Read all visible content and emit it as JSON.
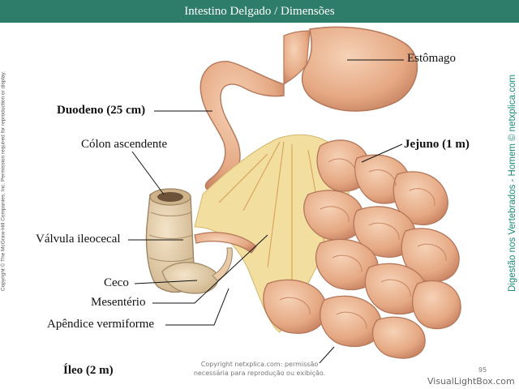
{
  "title": "Intestino Delgado / Dimensões",
  "labels": {
    "estomago": "Estômago",
    "duodeno": "Duodeno (25 cm)",
    "colon": "Cólon ascendente",
    "jejuno": "Jejuno (1 m)",
    "valvula": "Válvula ileocecal",
    "ceco": "Ceco",
    "mesenterio": "Mesentério",
    "apendice": "Apêndice vermiforme",
    "ileo": "Íleo (2 m)"
  },
  "side_right": "Digestão nos Vertebrados - Homem © netxplica.com",
  "side_left": "Copyright © The McGraw-Hill Companies, Inc. Permission required for reproduction or display.",
  "footer_line1": "Copyright netxplica.com: permissão",
  "footer_line2": "necessária para reprodução ou exibição.",
  "page_number": "95",
  "watermark": "VisualLightBox.com",
  "colors": {
    "title_bar": "#2e7d6a",
    "organ_fill": "#e8b08c",
    "organ_stroke": "#b5775a",
    "mesentery": "#f2de9e",
    "side_text": "#1a8a7a"
  }
}
